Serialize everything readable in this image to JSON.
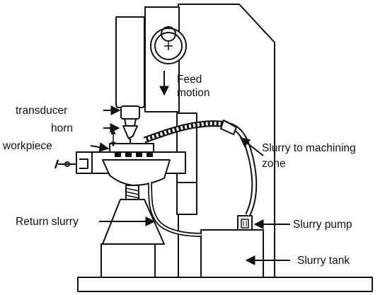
{
  "labels": {
    "feed_line1": "Feed",
    "feed_line2": "motion",
    "transducer": "transducer",
    "horn": "horn",
    "workpiece": "workpiece",
    "slurry_to_zone_line1": "Slurry to machining",
    "slurry_to_zone_line2": "zone",
    "return_slurry": "Return slurry",
    "slurry_pump": "Slurry pump",
    "slurry_tank": "Slurry tank"
  },
  "colors": {
    "line": "#111111",
    "background": "#ffffff"
  }
}
